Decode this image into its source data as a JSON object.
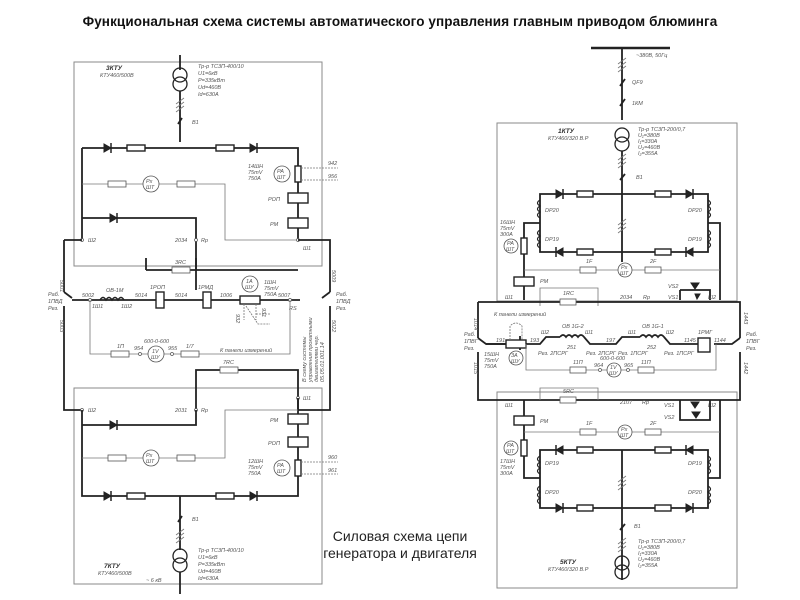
{
  "title": "Функциональная схема системы автоматического управления главным приводом блюминга",
  "caption_line1": "Силовая схема цепи",
  "caption_line2": "генератора и двигателя",
  "left": {
    "top_unit": {
      "name": "3КТУ",
      "model": "КТУ460/500В",
      "transformer": [
        "Тр-р ТС3П-400/10",
        "U1=6кВ",
        "P=335кВт",
        "Ud=460В",
        "Id=630А"
      ],
      "switch": "В1"
    },
    "bottom_unit": {
      "name": "7КТУ",
      "model": "КТУ460/500В",
      "transformer": [
        "Тр-р ТС3П-400/10",
        "U1=6кВ",
        "P=335кВт",
        "Ud=460В",
        "Id=630А"
      ],
      "switch": "В1",
      "supply": "~ 6 кВ"
    },
    "upper": {
      "shunt": [
        "14ШН",
        "75mV",
        "750A"
      ],
      "meter": [
        "РА",
        "ШТ"
      ],
      "meter_fuse": [
        "Рх",
        "ШТ"
      ],
      "wire_a": "942",
      "wire_b": "956",
      "rop": "РОП",
      "rm": "РМ",
      "sh1": "Ш1",
      "sh2": "Ш2",
      "n2034": "2034",
      "rp": "Rр"
    },
    "middle": {
      "r3rc": "3RC",
      "r7rc": "7RC",
      "w5001": "5001",
      "w5003": "5003",
      "w5009": "5009",
      "w5022": "5022",
      "rab": "Раб.",
      "ppvd": "1ПВД",
      "rez": "Рез.",
      "w5002": "5002",
      "ob": "ОВ-1М",
      "sh11": "1Ш1",
      "sh12": "1Ш2",
      "w5014a": "5014",
      "rop1": "1РОП",
      "w5014b": "5014",
      "rmd1": "1РМД",
      "w1006": "1006",
      "w5007": "5007",
      "rs": "RS",
      "shunt": [
        "1ШН",
        "75mV",
        "750A"
      ],
      "meter": [
        "1А",
        "ШУ"
      ],
      "w932": "932",
      "w931": "931",
      "f1": "1П",
      "n954": "954",
      "meter_v": [
        "1V",
        "ШУ"
      ],
      "scale": "600-0-600",
      "n955": "955",
      "f2": "1/7",
      "panel": "К панели измерений",
      "note": [
        "В схему системы",
        "управления прокатными",
        "двигателями чер.",
        "05.05.01.001.14"
      ]
    },
    "lower": {
      "shunt": [
        "12ШН",
        "75mV",
        "750A"
      ],
      "meter": [
        "РА",
        "ШТ"
      ],
      "meter_fuse": [
        "Рх",
        "ШТ"
      ],
      "wire_a": "960",
      "wire_b": "961",
      "rop": "РОП",
      "rm": "РМ",
      "sh1": "Ш1",
      "sh2": "Ш2",
      "n2031": "2031",
      "rp": "Rр"
    }
  },
  "right": {
    "supply": "~380В, 50Гц",
    "qf": "QF9",
    "km": "1КМ",
    "top_unit": {
      "name": "1КТУ",
      "model": "КТУ460/320 В.Р",
      "transformer": [
        "Тр-р ТС3П-200/0,7",
        "U₁=380В",
        "I₁=330А",
        "U₂=460В",
        "I₂=355А"
      ],
      "switch": "В1"
    },
    "bottom_unit": {
      "name": "5КТУ",
      "model": "КТУ460/320 В.Р",
      "transformer": [
        "Тр-р ТС3П-200/0,7",
        "U₁=380В",
        "I₁=330А",
        "U₂=460В",
        "I₂=355А"
      ],
      "switch": "В1"
    },
    "upper": {
      "dp20": "DP20",
      "dp19": "DP19",
      "shunt": [
        "16ШН",
        "75mV",
        "300A"
      ],
      "meter": [
        "РА",
        "ШТ"
      ],
      "f1": "1F",
      "f2": "2F",
      "meter_fuse": [
        "Рх",
        "ШТ"
      ],
      "rm": "РМ",
      "r1rc": "1RC",
      "n2034": "2034",
      "rp": "Rр",
      "vs1": "VS1",
      "vs2": "VS2",
      "sh1": "Ш1",
      "sh2": "Ш2"
    },
    "middle": {
      "w1014": "1014",
      "w1015": "1015",
      "w1443": "1443",
      "w1442": "1442",
      "rab": "Раб.",
      "ppvg": "1ПВГ",
      "rez": "Рез.",
      "panel": "К панели измерений",
      "w191": "191",
      "w193": "193",
      "w251": "251",
      "w197": "197",
      "w252": "252",
      "w1145": "1145",
      "w1144": "1144",
      "ob2": "ОВ 1G-2",
      "ob1": "ОВ 1G-1",
      "sh1": "Ш1",
      "sh2": "Ш2",
      "rrg": "1РМГ",
      "rez2": "Рез. 2ПСРГ",
      "rez1": "Рез. 1ПСРГ",
      "shunt": [
        "15ШН",
        "75mV",
        "750A"
      ],
      "meter": [
        "3А",
        "ШУ"
      ],
      "f1": "11П",
      "n964": "964",
      "meter_v": [
        "1V",
        "ШУ"
      ],
      "scale": "600-0-600",
      "n965": "965",
      "f2": "11П"
    },
    "lower": {
      "r5rc": "5RC",
      "n2107": "2107",
      "rp": "Rр",
      "vs1": "VS1",
      "vs2": "VS2",
      "sh1": "Ш1",
      "sh2": "Ш2",
      "rm": "РМ",
      "f1": "1F",
      "f2": "2F",
      "meter_fuse": [
        "Рх",
        "ШТ"
      ],
      "meter": [
        "РА",
        "ШТ"
      ],
      "shunt": [
        "17ШН",
        "75mV",
        "300A"
      ],
      "dp19": "DP19",
      "dp20": "DP20"
    }
  }
}
